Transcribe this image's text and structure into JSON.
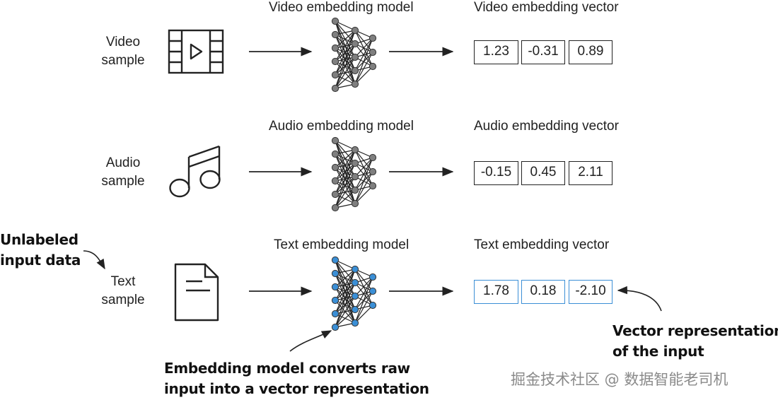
{
  "rows": [
    {
      "id": "video",
      "sample_label": [
        "Video",
        "sample"
      ],
      "model_label": "Video embedding model",
      "vector_label": "Video embedding vector",
      "vector": [
        "1.23",
        "-0.31",
        "0.89"
      ],
      "icon": "film-play-icon",
      "network_color": "#7f7f7f"
    },
    {
      "id": "audio",
      "sample_label": [
        "Audio",
        "sample"
      ],
      "model_label": "Audio embedding model",
      "vector_label": "Audio embedding vector",
      "vector": [
        "-0.15",
        "0.45",
        "2.11"
      ],
      "icon": "music-note-icon",
      "network_color": "#7f7f7f"
    },
    {
      "id": "text",
      "sample_label": [
        "Text",
        "sample"
      ],
      "model_label": "Text embedding model",
      "vector_label": "Text embedding vector",
      "vector": [
        "1.78",
        "0.18",
        "-2.10"
      ],
      "icon": "document-icon",
      "network_color": "#3b8fd6"
    }
  ],
  "annotations": {
    "unlabeled": [
      "Unlabeled",
      "input data"
    ],
    "vector_rep": [
      "Vector representation",
      "of the input"
    ],
    "model_converts": [
      "Embedding model converts raw",
      "input into a vector representation"
    ]
  },
  "watermark": "掘金技术社区 @ 数据智能老司机",
  "colors": {
    "highlight": "#3b8fd6",
    "ink": "#222222",
    "node_gray": "#7f7f7f"
  }
}
